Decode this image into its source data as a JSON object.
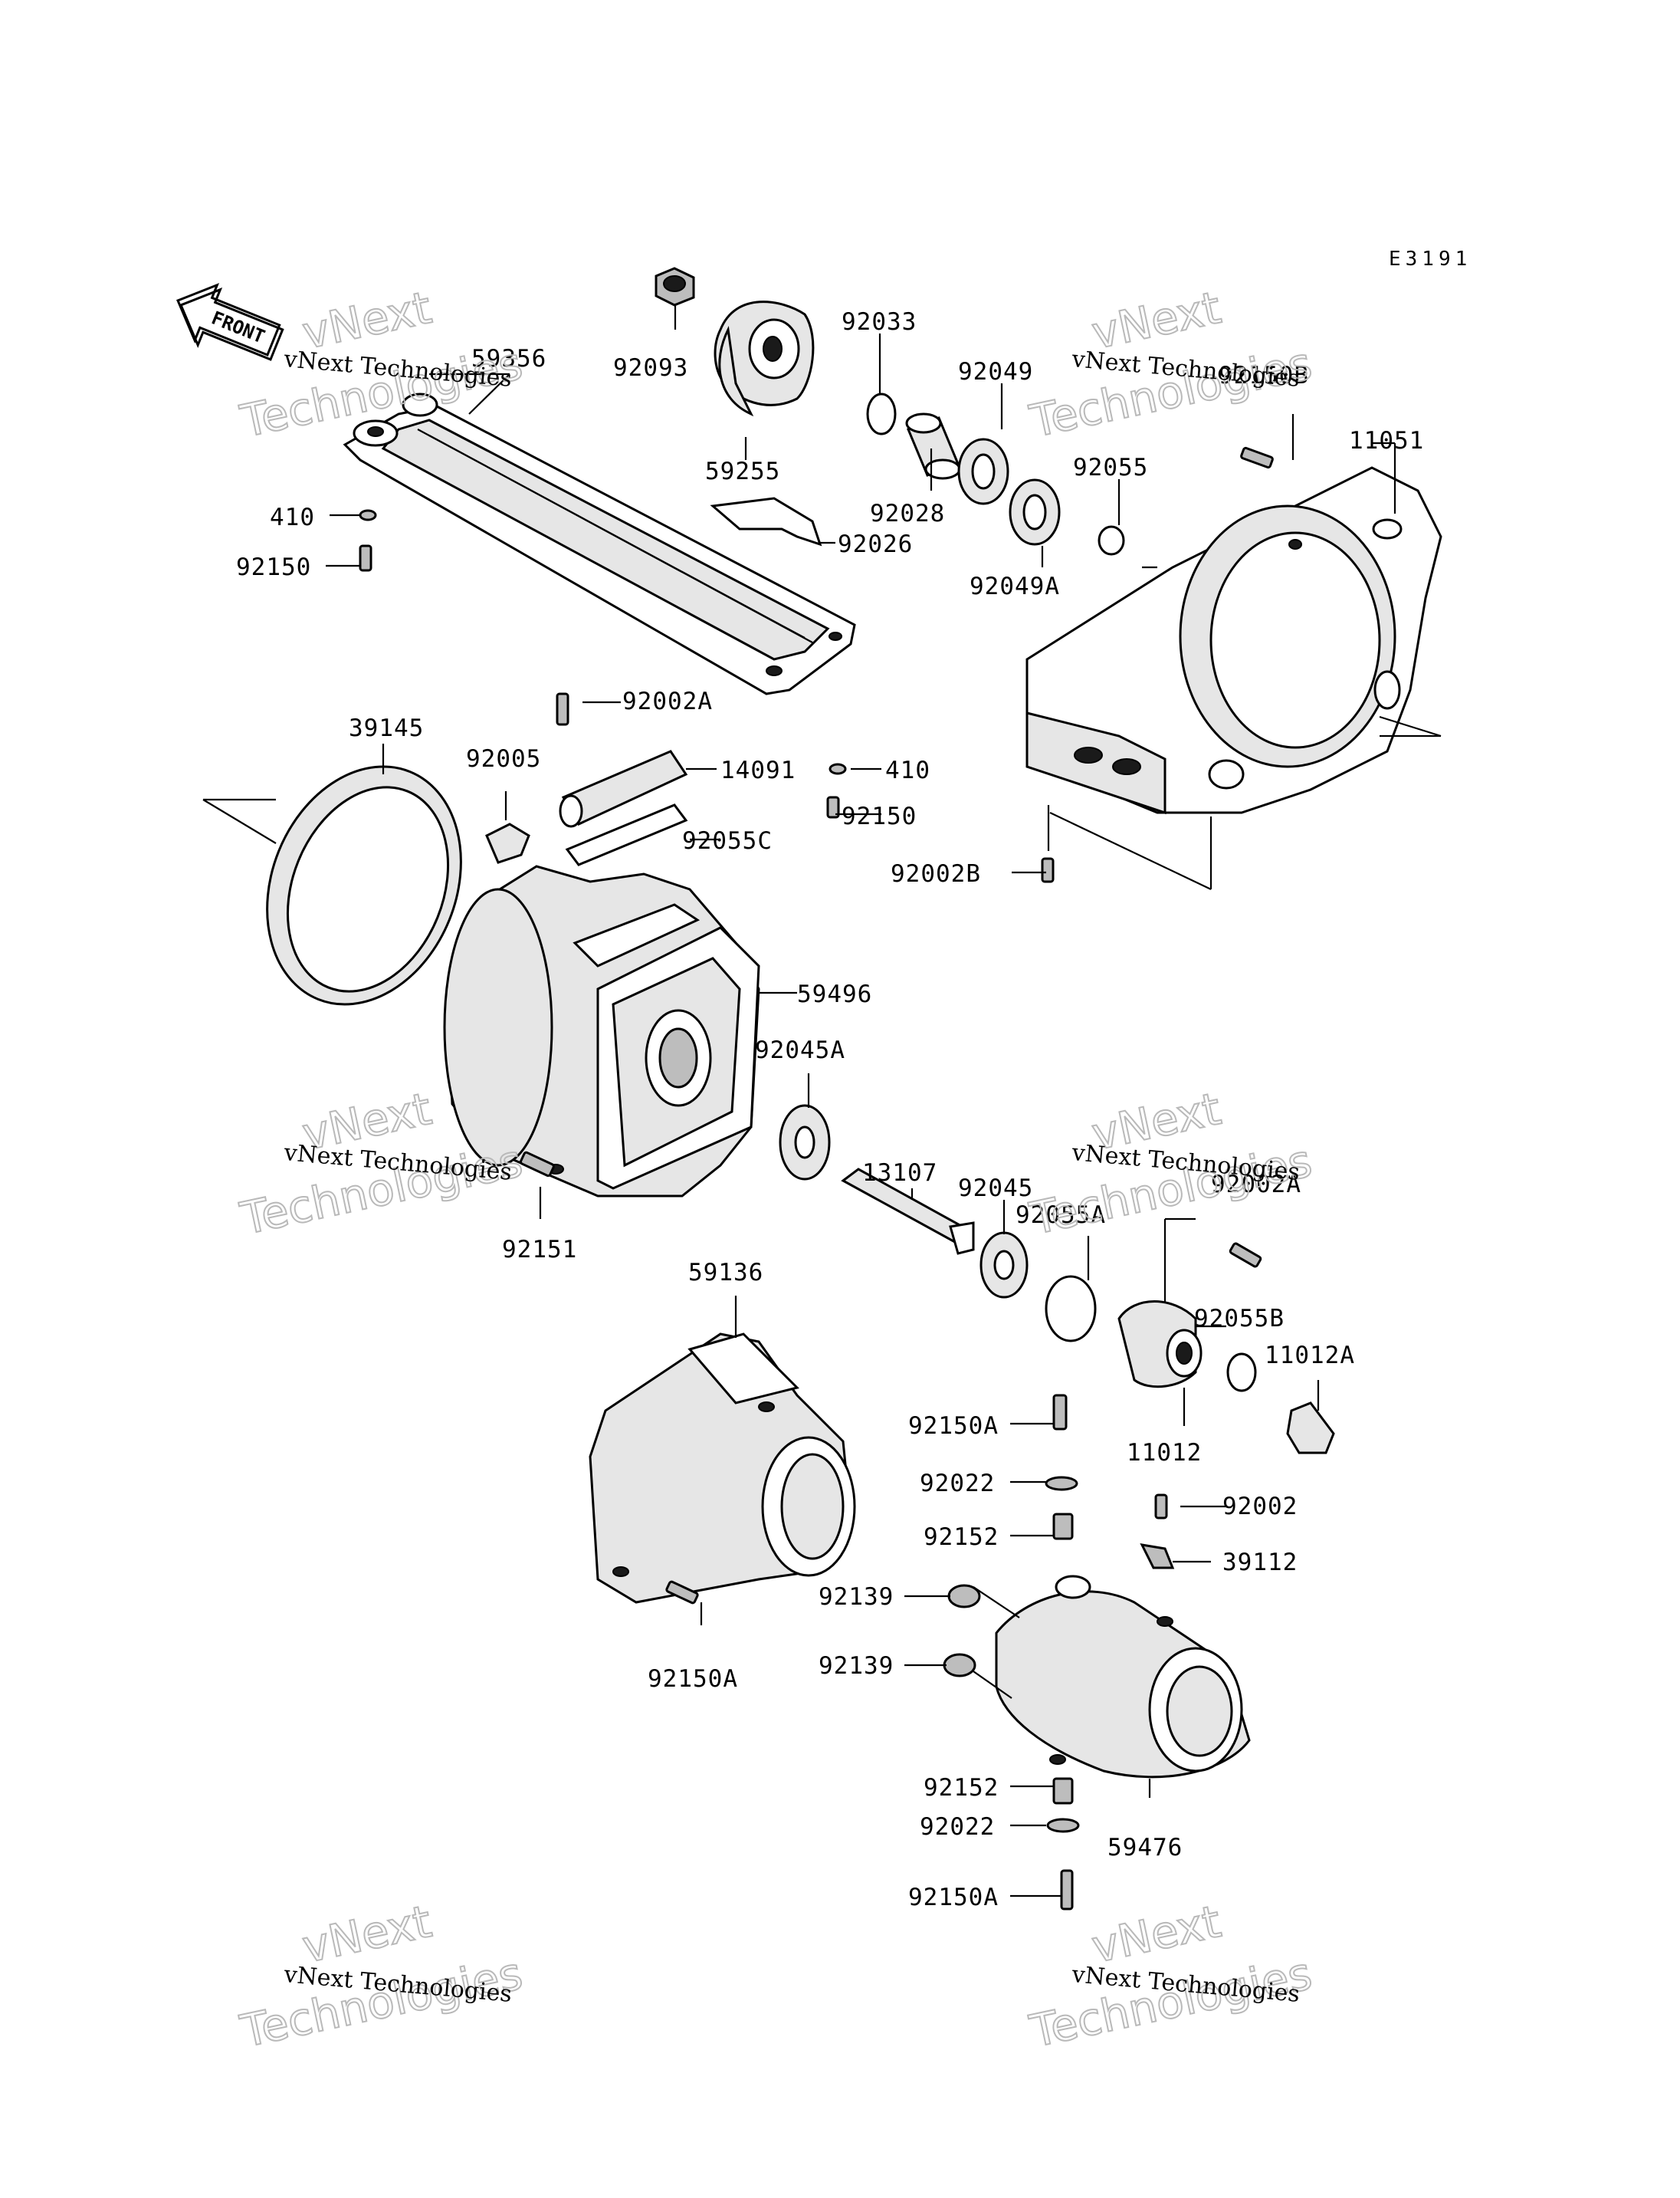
{
  "diagram_code": "E3191",
  "front_label": "FRONT",
  "watermark": {
    "line": "vNext Technologies",
    "big_1": "vNext",
    "big_2": "Technologies"
  },
  "callouts": {
    "p59356": "59356",
    "p410_a": "410",
    "p92150_a": "92150",
    "p92093": "92093",
    "p59255": "59255",
    "p92033": "92033",
    "p92028": "92028",
    "p92026": "92026",
    "p92049": "92049",
    "p92049A": "92049A",
    "p92055": "92055",
    "p92150B": "92150B",
    "p11051": "11051",
    "p92002A_top": "92002A",
    "p39145": "39145",
    "p92005": "92005",
    "p14091": "14091",
    "p410_b": "410",
    "p92150_b": "92150",
    "p92055C": "92055C",
    "p92002B": "92002B",
    "p59496": "59496",
    "p92045A": "92045A",
    "p13107": "13107",
    "p92045": "92045",
    "p92055A": "92055A",
    "p92002A_mid": "92002A",
    "p92151": "92151",
    "p59136": "59136",
    "p92055B": "92055B",
    "p11012A": "11012A",
    "p92150A_a": "92150A",
    "p11012": "11012",
    "p92022_a": "92022",
    "p92002": "92002",
    "p92152_a": "92152",
    "p39112": "39112",
    "p92139_a": "92139",
    "p92139_b": "92139",
    "p92150A_b": "92150A",
    "p92152_b": "92152",
    "p92022_b": "92022",
    "p59476": "59476",
    "p92150A_c": "92150A"
  }
}
